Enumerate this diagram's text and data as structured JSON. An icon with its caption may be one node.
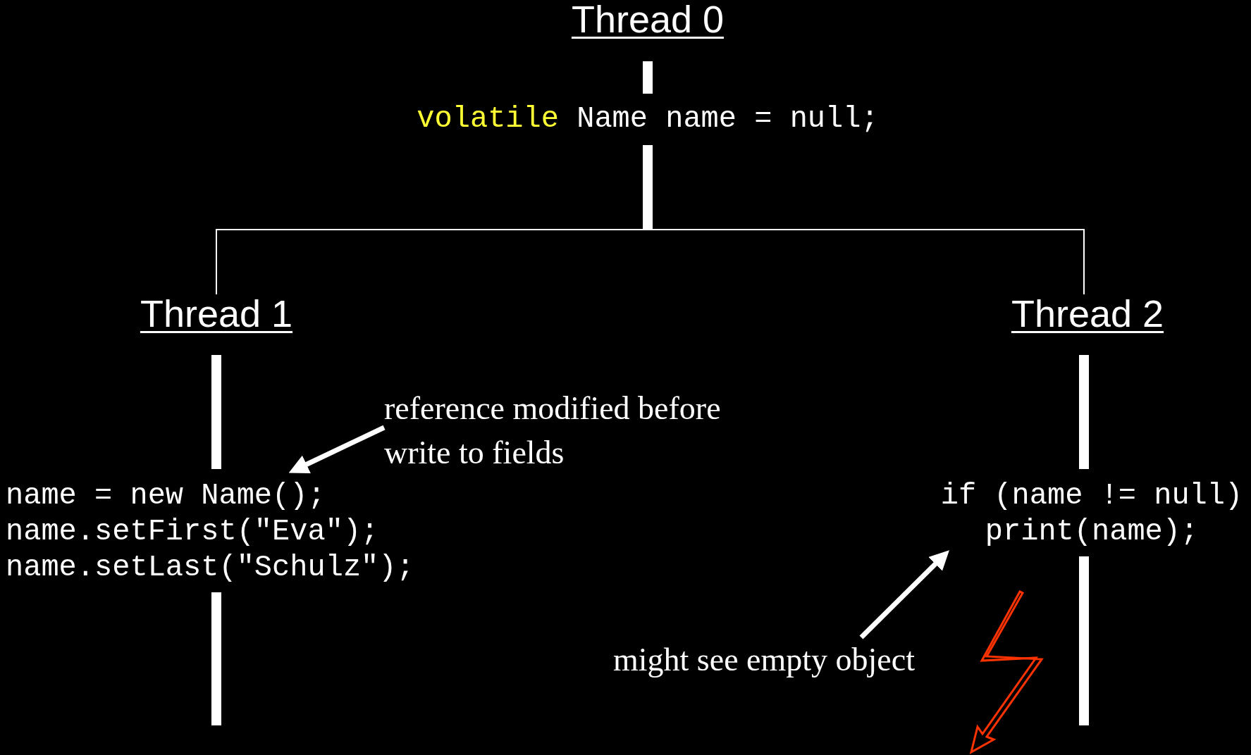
{
  "diagram": {
    "nodes": [
      {
        "text": [
          "Thread 0"
        ]
      },
      {
        "text": [
          "volatile",
          "Name name = null;"
        ]
      },
      {
        "text": [
          "Thread 1"
        ]
      },
      {
        "text": [
          "Thread 2"
        ]
      },
      {
        "text": [
          "name = new Name();",
          "name.setFirst(\"Eva\");",
          "name.setLast(\"Schulz\");"
        ]
      },
      {
        "text": [
          "if (name != null)",
          "print(name);"
        ]
      },
      {
        "text": [
          "reference modified before write to fields"
        ]
      },
      {
        "text": [
          "might see empty object"
        ]
      }
    ],
    "edges": [
      {
        "from": 0,
        "to": 1,
        "arrow": "none"
      },
      {
        "from": 1,
        "to": 2,
        "arrow": "none"
      },
      {
        "from": 1,
        "to": 3,
        "arrow": "none"
      },
      {
        "from": 2,
        "to": 4,
        "arrow": "none"
      },
      {
        "from": 3,
        "to": 5,
        "arrow": "none"
      },
      {
        "from": 4,
        "to": null,
        "arrow": "none"
      },
      {
        "from": 5,
        "to": null,
        "arrow": "none"
      },
      {
        "from": 6,
        "to": 4,
        "arrow": "to"
      },
      {
        "from": 7,
        "to": 5,
        "arrow": "to"
      }
    ]
  }
}
